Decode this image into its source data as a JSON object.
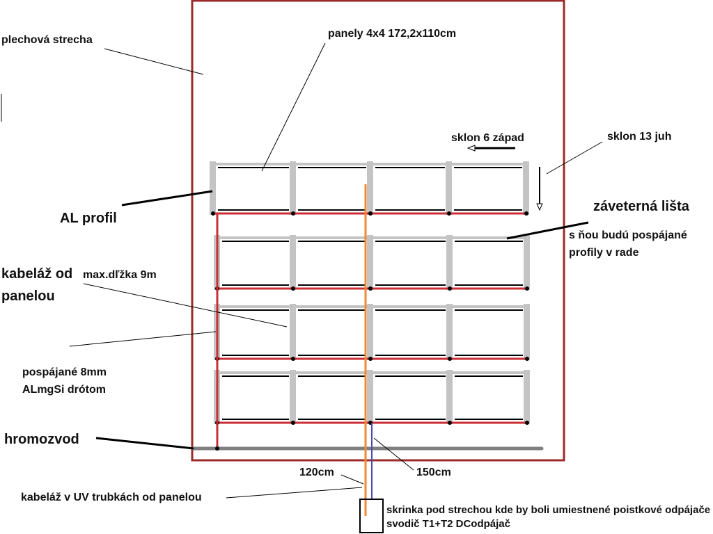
{
  "labels": {
    "roof": "plechová strecha",
    "panels": "panely 4x4  172,2x110cm",
    "slope_west": "sklon 6 západ",
    "slope_south": "sklon 13 juh",
    "al_profile": "AL profil",
    "wind_strip": "záveterná lišta",
    "wind_strip_note_1": "s ňou budú pospájané",
    "wind_strip_note_2": "profily v rade",
    "cabling_1": "kabeláž od",
    "cabling_2": "panelou",
    "max_length": "max.dľžka 9m",
    "bonded_1": "pospájané 8mm",
    "bonded_2": "ALmgSi drótom",
    "lightning_rod": "hromozvod",
    "dist_120": "120cm",
    "dist_150": "150cm",
    "uv_cabling": "kabeláž v UV trubkách od panelou",
    "box_note_1": "skrinka pod strechou kde by boli umiestnené poistkové odpájače",
    "box_note_2": "svodič T1+T2  DCodpájač"
  },
  "colors": {
    "roof_frame": "#9b2a2a",
    "bonding_wire": "#cc2e36",
    "dc_cable": "#f08a30",
    "down_cable": "#4a4ab0",
    "lightning_rod": "#808080",
    "profile": "#c4c4c4"
  },
  "layout_rows": 4,
  "layout_cols": 4
}
